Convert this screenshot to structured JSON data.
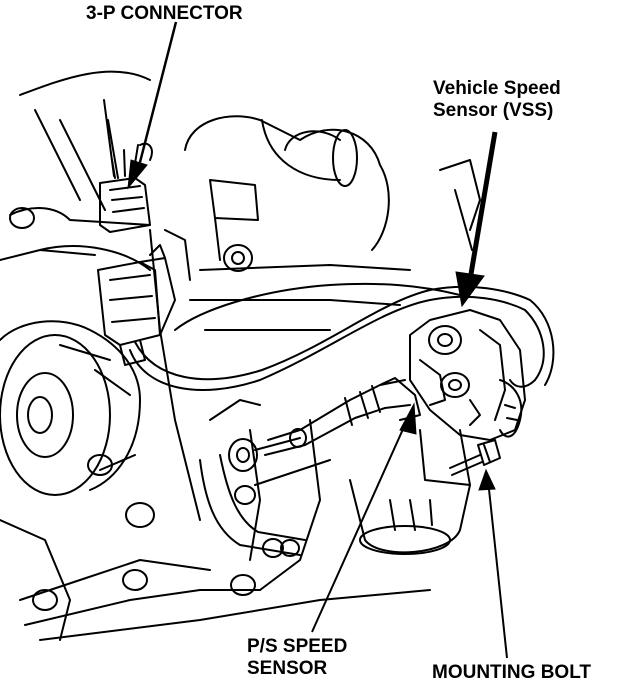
{
  "labels": {
    "connector": "3-P CONNECTOR",
    "vss_line1": "Vehicle Speed",
    "vss_line2": "Sensor (VSS)",
    "ps_line1": "P/S SPEED",
    "ps_line2": "SENSOR",
    "bolt": "MOUNTING BOLT"
  },
  "colors": {
    "ink": "#000000",
    "paper": "#ffffff"
  }
}
